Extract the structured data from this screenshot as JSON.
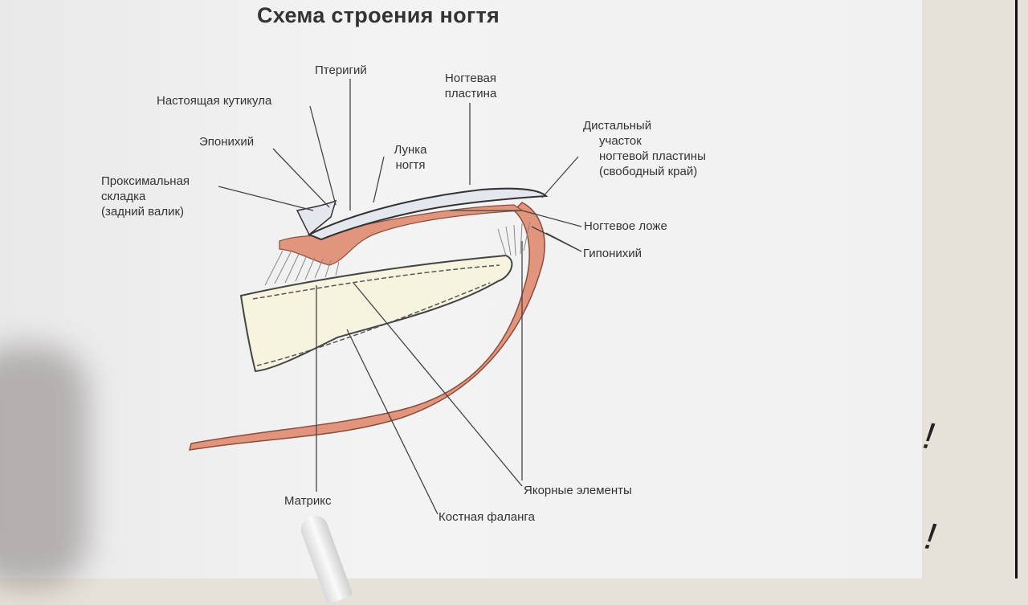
{
  "title": "Схема строения ногтя",
  "labels": {
    "pterygium": "Птеригий",
    "nail_plate_1": "Ногтевая",
    "nail_plate_2": "пластина",
    "true_cuticle": "Настоящая кутикула",
    "eponychium": "Эпонихий",
    "lunula_1": "Лунка",
    "lunula_2": "ногтя",
    "distal_1": "Дистальный",
    "distal_2": "участок",
    "distal_3": "ногтевой пластины",
    "distal_4": "(свободный край)",
    "proximal_1": "Проксимальная",
    "proximal_2": "складка",
    "proximal_3": "(задний валик)",
    "nail_bed": "Ногтевое ложе",
    "hyponychium": "Гипонихий",
    "anchors": "Якорные элементы",
    "matrix": "Матрикс",
    "bone": "Костная фаланга"
  },
  "colors": {
    "skin": "#e0957c",
    "bone": "#f4f2d8",
    "plate": "#e4e8ee"
  }
}
